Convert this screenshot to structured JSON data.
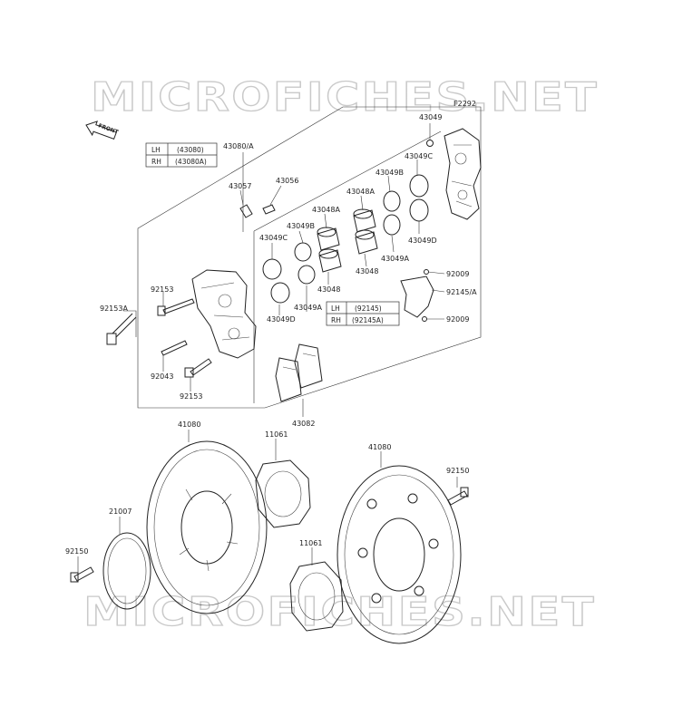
{
  "watermark": "MICROFICHES.NET",
  "figure_code": "F2292",
  "front_arrow_label": "FRONT",
  "caliper_table": {
    "rows": [
      {
        "side": "LH",
        "part": "(43080)"
      },
      {
        "side": "RH",
        "part": "(43080A)"
      }
    ]
  },
  "bracket_table": {
    "rows": [
      {
        "side": "LH",
        "part": "(92145)"
      },
      {
        "side": "RH",
        "part": "(92145A)"
      }
    ]
  },
  "part_labels": {
    "p43049": "43049",
    "p43080A": "43080/A",
    "p43049C_r": "43049C",
    "p43049B_r": "43049B",
    "p43048A_r": "43048A",
    "p43057": "43057",
    "p43056": "43056",
    "p43048A_l": "43048A",
    "p43049B_l": "43049B",
    "p43049C_l": "43049C",
    "p43049D_r": "43049D",
    "p43049A_r": "43049A",
    "p43048_r": "43048",
    "p43048_l": "43048",
    "p92009_t": "92009",
    "p92145A": "92145/A",
    "p92009_b": "92009",
    "p92153_t": "92153",
    "p92153A": "92153A",
    "p43049A_l": "43049A",
    "p43049D_l": "43049D",
    "p92043": "92043",
    "p92153_b": "92153",
    "p43082": "43082",
    "p41080_l": "41080",
    "p11061_t": "11061",
    "p41080_r": "41080",
    "p92150_r": "92150",
    "p21007": "21007",
    "p11061_b": "11061",
    "p92150_l": "92150"
  }
}
